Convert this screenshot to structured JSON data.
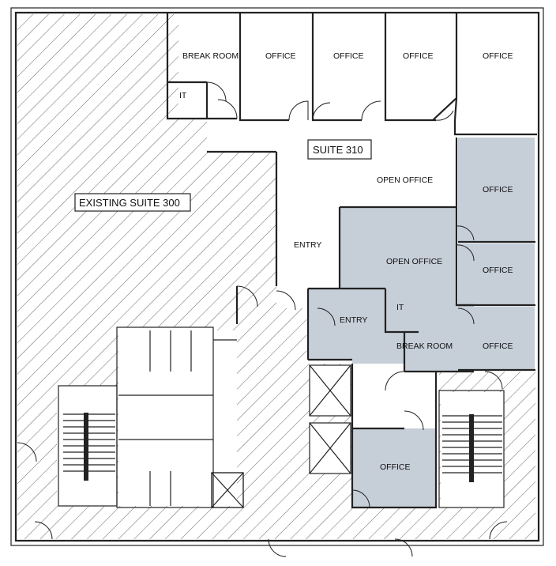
{
  "labels": {
    "break_room_top": "BREAK ROOM",
    "office_1": "OFFICE",
    "office_2": "OFFICE",
    "office_3": "OFFICE",
    "office_4": "OFFICE",
    "it_top": "IT",
    "suite_310": "SUITE 310",
    "open_office_top": "OPEN OFFICE",
    "existing_suite_300": "EXISTING SUITE 300",
    "entry_left": "ENTRY",
    "open_office_blue": "OPEN OFFICE",
    "office_blue_1": "OFFICE",
    "office_blue_2": "OFFICE",
    "office_blue_3": "OFFICE",
    "entry_blue": "ENTRY",
    "it_blue": "IT",
    "break_room_blue": "BREAK ROOM",
    "office_bottom": "OFFICE"
  },
  "colors": {
    "hatched_area": "#ffffff",
    "blue_area": "#c6ced8",
    "wall": "#222222"
  }
}
